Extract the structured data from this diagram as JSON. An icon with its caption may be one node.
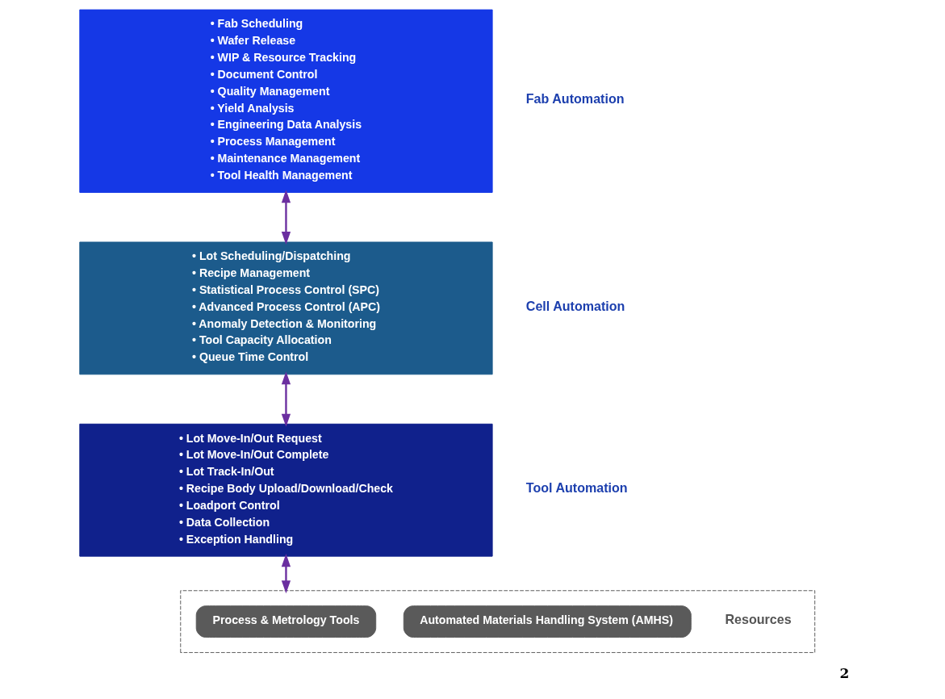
{
  "diagram": {
    "nodes": [
      {
        "text": [
          "• Fab Scheduling",
          "• Wafer Release",
          "• WIP & Resource Tracking",
          "• Document Control",
          "• Quality Management",
          "• Yield Analysis",
          "• Engineering Data Analysis",
          "• Process Management",
          "• Maintenance Management",
          "• Tool Health Management"
        ],
        "beside": [
          "Fab Automation"
        ]
      },
      {
        "text": [
          "• Lot Scheduling/Dispatching",
          "• Recipe Management",
          "• Statistical Process Control (SPC)",
          "• Advanced Process Control (APC)",
          "• Anomaly Detection & Monitoring",
          "• Tool Capacity Allocation",
          "• Queue Time Control"
        ],
        "beside": [
          "Cell Automation"
        ]
      },
      {
        "text": [
          "• Lot Move-In/Out Request",
          "• Lot Move-In/Out Complete",
          "• Lot Track-In/Out",
          "• Recipe Body Upload/Download/Check",
          "• Loadport Control",
          "• Data Collection",
          "• Exception Handling"
        ],
        "beside": [
          "Tool Automation"
        ]
      },
      {
        "text": [],
        "shape": "box",
        "beside": [
          "Resources"
        ]
      },
      {
        "text": [
          "Process & Metrology Tools"
        ],
        "in": 3
      },
      {
        "text": [
          "Automated Materials Handling System (AMHS)"
        ],
        "in": 3
      }
    ],
    "edges": [
      {
        "from": 0,
        "to": 1,
        "arrow": "both"
      },
      {
        "from": 1,
        "to": 2,
        "arrow": "both"
      },
      {
        "from": 2,
        "to": 3,
        "arrow": "both"
      }
    ],
    "labels": [
      "2"
    ]
  }
}
